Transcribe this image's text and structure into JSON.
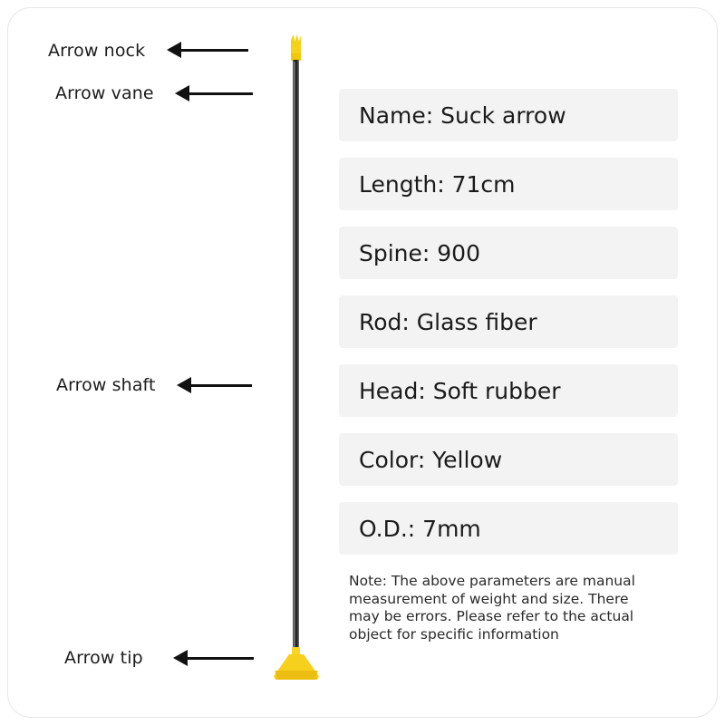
{
  "callouts": [
    {
      "label": "Arrow nock",
      "name": "callout-arrow-nock"
    },
    {
      "label": "Arrow vane",
      "name": "callout-arrow-vane"
    },
    {
      "label": "Arrow shaft",
      "name": "callout-arrow-shaft"
    },
    {
      "label": "Arrow tip",
      "name": "callout-arrow-tip"
    }
  ],
  "specs": [
    {
      "text": "Name: Suck arrow"
    },
    {
      "text": "Length: 71cm"
    },
    {
      "text": "Spine: 900"
    },
    {
      "text": "Rod: Glass fiber"
    },
    {
      "text": "Head: Soft rubber"
    },
    {
      "text": "Color: Yellow"
    },
    {
      "text": "O.D.: 7mm"
    }
  ],
  "note": "Note: The above parameters are manual measurement of weight and size. There may be errors. Please refer to the actual object for specific information",
  "colors": {
    "arrow_yellow": "#f7d11e",
    "shaft_dark": "#151515",
    "spec_bg": "#f3f3f3",
    "text": "#1b1b1b"
  }
}
